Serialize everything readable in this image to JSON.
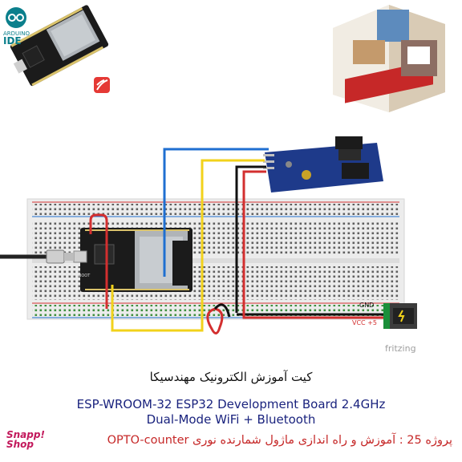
{
  "logo": {
    "small": "ARDUINO",
    "big": "IDE"
  },
  "diagram": {
    "gnd_label": "GND",
    "vcc_label": "VCC +5",
    "watermark": "fritzing",
    "boot_label": "BOOT"
  },
  "caption": {
    "title_fa": "کیت آموزش الکترونیک مهندسیکا",
    "line1": "ESP-WROOM-32 ESP32  Development Board 2.4GHz",
    "line2": "Dual-Mode WiFi + Bluetooth",
    "project": "پروژه 25 : آموزش و راه اندازی ماژول شمارنده نوری OPTO-counter"
  },
  "brand": {
    "name": "Snapp! Shop"
  },
  "colors": {
    "wire_blue": "#1f6fd1",
    "wire_yellow": "#f2d21b",
    "wire_black": "#111111",
    "wire_red": "#d32f2f",
    "module_blue": "#1e3a8a",
    "board_black": "#1b1b1b",
    "breadboard": "#ececec"
  }
}
